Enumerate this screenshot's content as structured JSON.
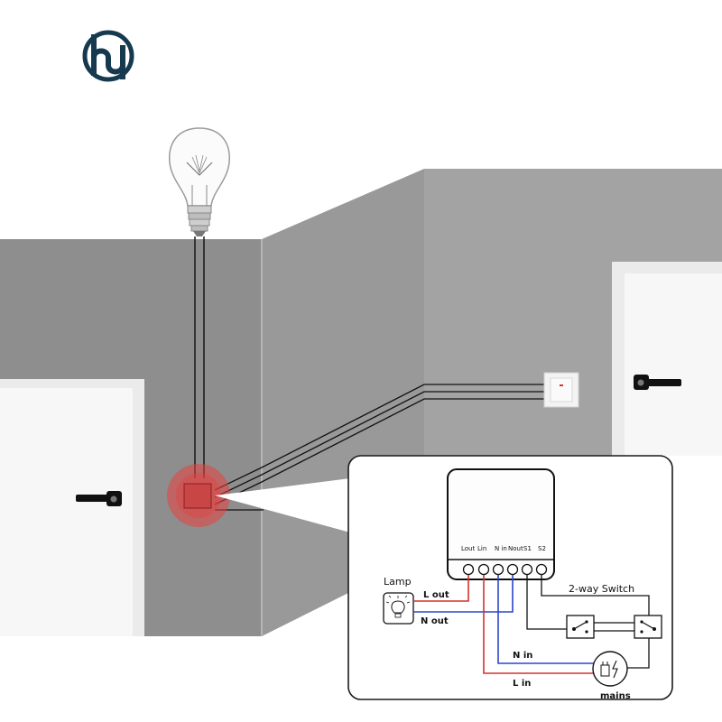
{
  "brand": {
    "logo": "hy-logo-icon",
    "color": "#17394f"
  },
  "colors": {
    "wall_left": "#8e8e8e",
    "wall_mid": "#999999",
    "wall_right": "#a3a3a3",
    "floor": "#ffffff",
    "door": "#f2f2f2",
    "live_wire": "#d4322e",
    "neutral_wire": "#2a46c8",
    "highlight": "#e84040"
  },
  "scene": {
    "bulb": "light-bulb-icon",
    "wall_switch": "wall-switch-icon",
    "doors": [
      "left-door",
      "right-door"
    ]
  },
  "wiring_diagram": {
    "module_terminals": [
      "Lout",
      "Lin",
      "N in",
      "Nout",
      "S1",
      "S2"
    ],
    "lamp_label": "Lamp",
    "lamp_icon": "lamp-icon",
    "switch_label": "2-way Switch",
    "switch_icon": "two-way-switch-icon",
    "mains_label": "mains",
    "mains_icon": "plug-lightning-icon",
    "wires": {
      "l_out": "L out",
      "n_out": "N out",
      "n_in": "N in",
      "l_in": "L in"
    }
  }
}
